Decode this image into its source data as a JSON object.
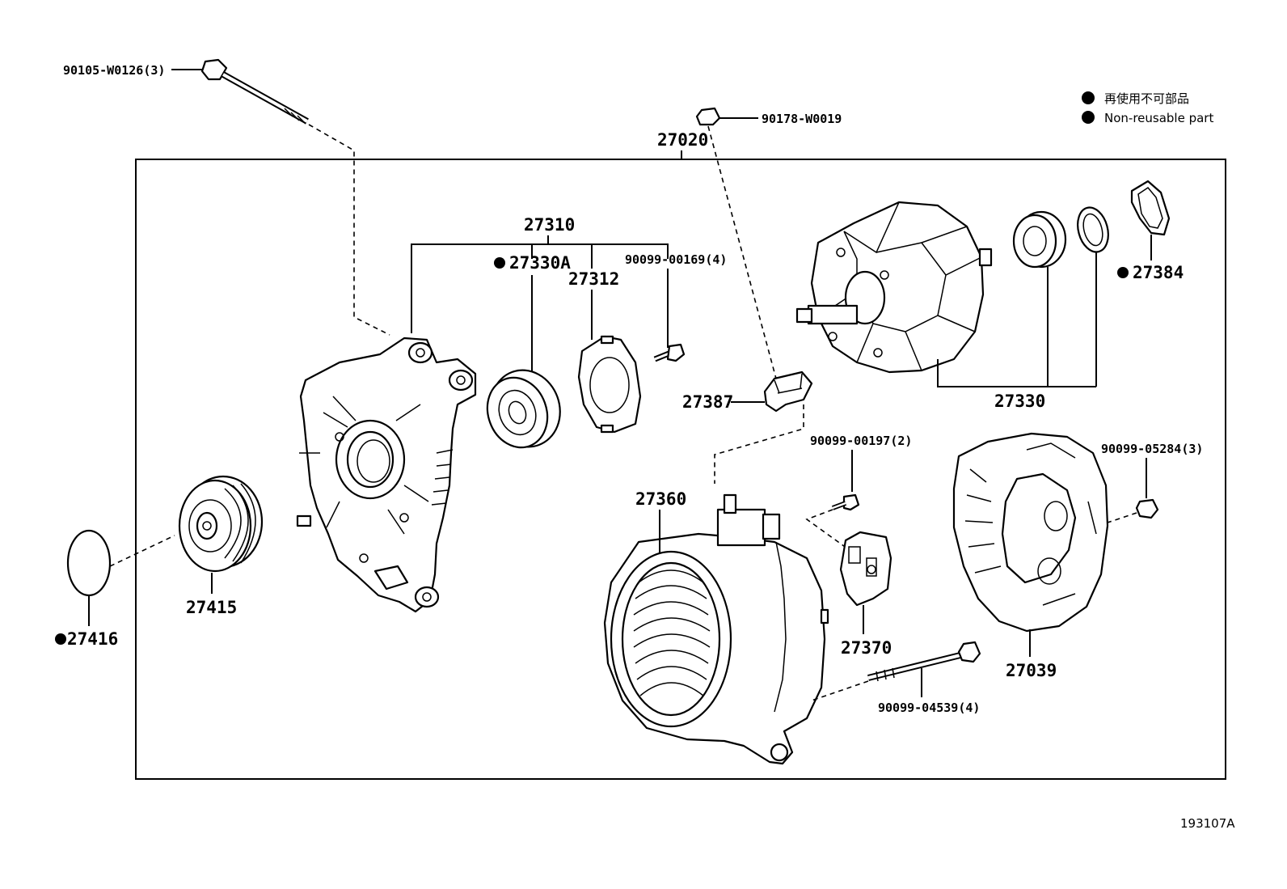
{
  "legend": {
    "jp": "再使用不可部品",
    "en": "Non-reusable part"
  },
  "reference_code": "193107A",
  "labels": {
    "p90105": "90105-W0126(3)",
    "p90178": "90178-W0019",
    "p27020": "27020",
    "p27310": "27310",
    "p27330A": "27330A",
    "p27312": "27312",
    "p90099_00169": "90099-00169(4)",
    "p27384": "27384",
    "p27387": "27387",
    "p27330": "27330",
    "p90099_00197": "90099-00197(2)",
    "p90099_05284": "90099-05284(3)",
    "p27360": "27360",
    "p27415": "27415",
    "p27416": "27416",
    "p27370": "27370",
    "p27039": "27039",
    "p90099_04539": "90099-04539(4)"
  },
  "non_reusable": [
    "27330A",
    "27384",
    "27416"
  ]
}
